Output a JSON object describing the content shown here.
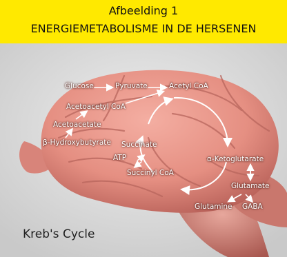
{
  "header": {
    "title": "Afbeelding 1",
    "subtitle": "ENERGIEMETABOLISME IN DE HERSENEN",
    "background": "#ffe900"
  },
  "diagram": {
    "nodes": {
      "glucose": "Glucose",
      "pyruvate": "Pyruvate",
      "acetyl_coa": "Acetyl CoA",
      "acetoacetyl_coa": "Acetoacetyl CoA",
      "acetoacetate": "Acetoacetate",
      "hydroxybutyrate": "β-Hydroxybutyrate",
      "succinate": "Succinate",
      "atp": "ATP",
      "succinyl_coa": "Succinyl CoA",
      "ketoglutarate": "α-Ketoglutarate",
      "glutamate": "Glutamate",
      "glutamine": "Glutamine",
      "gaba": "GABA"
    },
    "caption": "Kreb's Cycle"
  },
  "colors": {
    "brain": "#e9988c",
    "background": "#dcdcdc",
    "arrows": "#ffffff"
  }
}
